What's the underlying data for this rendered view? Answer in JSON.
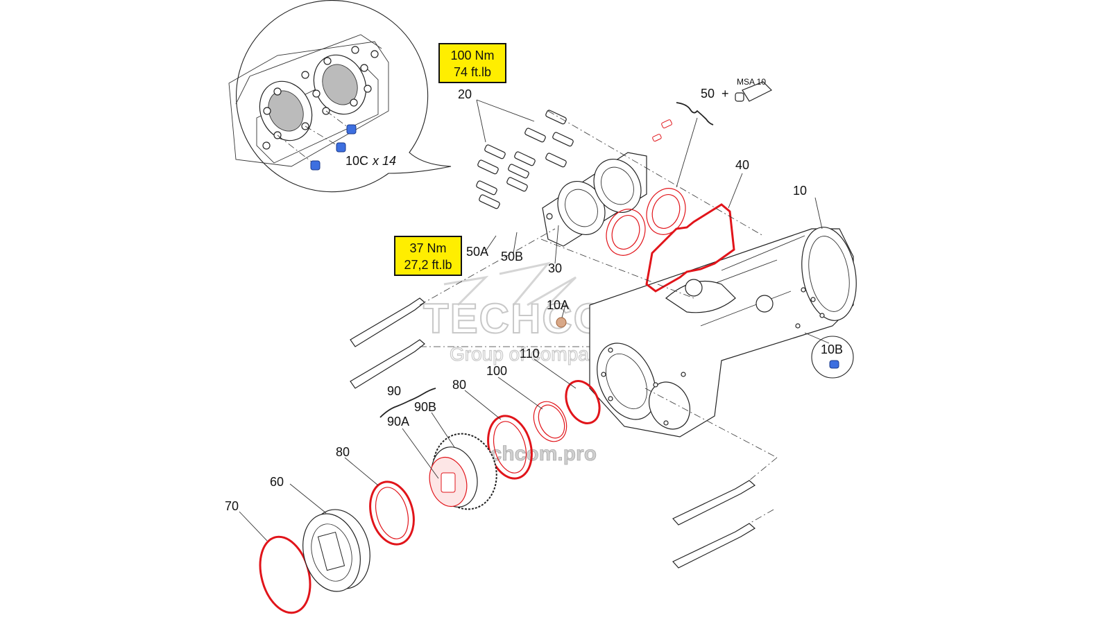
{
  "callouts": {
    "c10": "10",
    "c10A": "10A",
    "c10B": "10B",
    "c10C": "10C",
    "c10C_qty": "x 14",
    "c20": "20",
    "c30": "30",
    "c40": "40",
    "c50": "50",
    "c50_plus": "+",
    "c50A": "50A",
    "c50B": "50B",
    "c60": "60",
    "c70": "70",
    "c80_left": "80",
    "c80_right": "80",
    "c90": "90",
    "c90A": "90A",
    "c90B": "90B",
    "c100": "100",
    "c110": "110",
    "msa": "MSA 10"
  },
  "torque_boxes": {
    "upper": {
      "nm": "100 Nm",
      "ftlb": "74 ft.lb"
    },
    "lower": {
      "nm": "37 Nm",
      "ftlb": "27,2 ft.lb"
    }
  },
  "watermark": {
    "brand": "TECHCOM",
    "tagline": "Group of companies",
    "url": "techcom.pro"
  },
  "colors": {
    "highlight_red": "#e1141a",
    "torque_yellow": "#ffee00",
    "plug_blue": "#3d6fe0"
  }
}
